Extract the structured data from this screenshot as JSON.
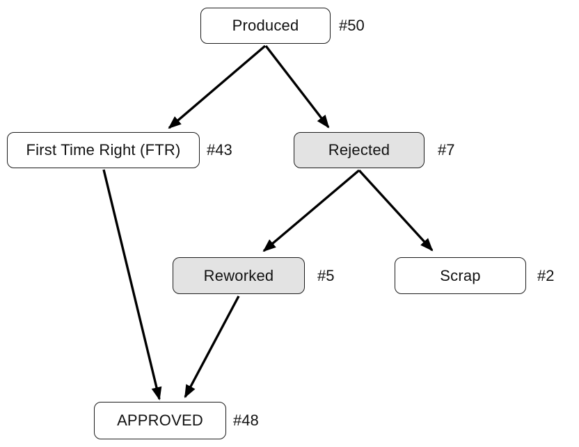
{
  "diagram": {
    "type": "flowchart",
    "background": "#ffffff",
    "colors": {
      "node_fill": "#ffffff",
      "node_fill_highlight": "#e3e3e3",
      "node_border": "#1a1a1a",
      "arrow": "#000000",
      "text": "#111111"
    },
    "nodes": {
      "produced": {
        "label": "Produced",
        "count": "#50",
        "variant": "white"
      },
      "ftr": {
        "label": "First Time Right (FTR)",
        "count": "#43",
        "variant": "white"
      },
      "rejected": {
        "label": "Rejected",
        "count": "#7",
        "variant": "gray"
      },
      "reworked": {
        "label": "Reworked",
        "count": "#5",
        "variant": "gray"
      },
      "scrap": {
        "label": "Scrap",
        "count": "#2",
        "variant": "white"
      },
      "approved": {
        "label": "APPROVED",
        "count": "#48",
        "variant": "white"
      }
    },
    "edges": [
      {
        "from": "Produced",
        "to": "First Time Right (FTR)"
      },
      {
        "from": "Produced",
        "to": "Rejected"
      },
      {
        "from": "Rejected",
        "to": "Reworked"
      },
      {
        "from": "Rejected",
        "to": "Scrap"
      },
      {
        "from": "First Time Right (FTR)",
        "to": "APPROVED"
      },
      {
        "from": "Reworked",
        "to": "APPROVED"
      }
    ]
  }
}
